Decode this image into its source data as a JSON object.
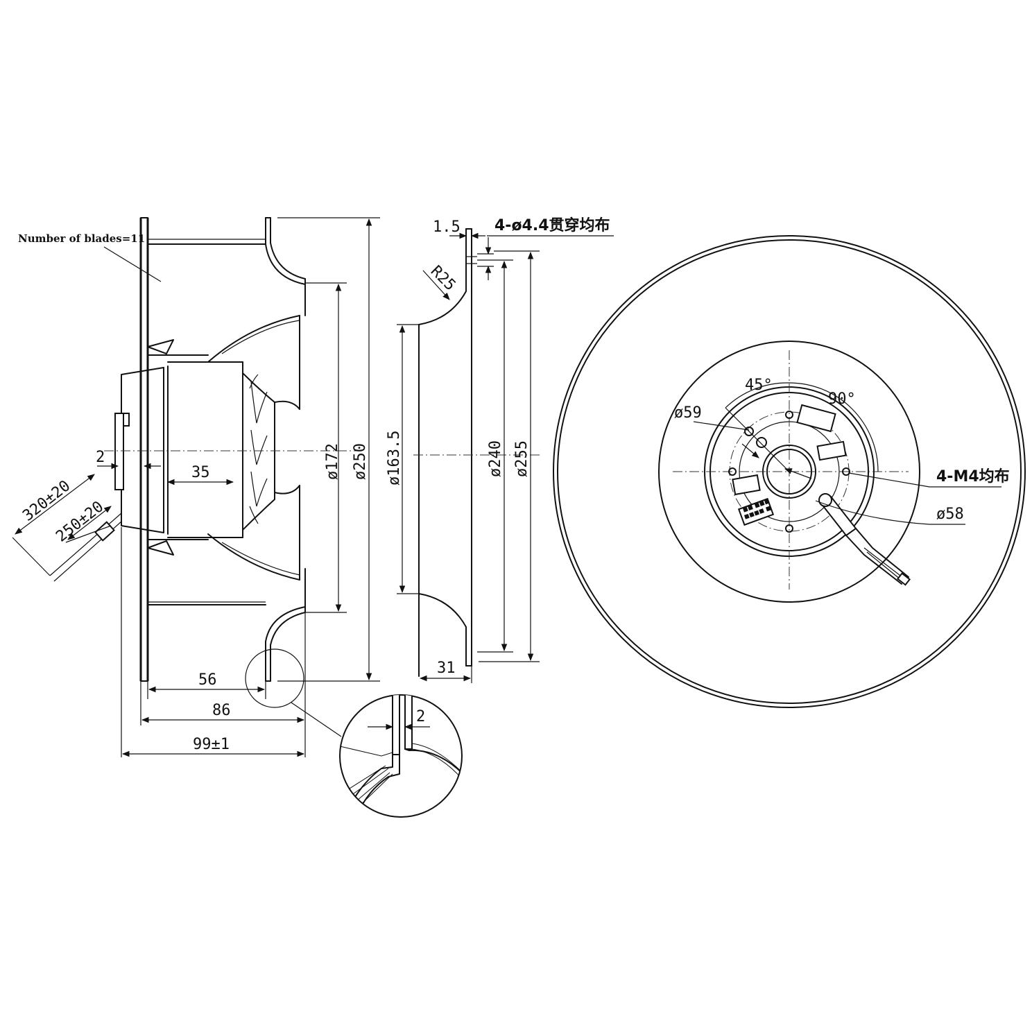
{
  "drawing": {
    "blade_note": "Number of blades=11",
    "side_view": {
      "dims": {
        "gap_2": "2",
        "width_35": "35",
        "dia_172": "ø172",
        "dia_250": "ø250",
        "depth_56": "56",
        "depth_86": "86",
        "depth_99": "99±1",
        "cable_320": "320±20",
        "cable_250": "250±20"
      }
    },
    "section_view": {
      "dims": {
        "thk_1_5": "1.5",
        "holes": "4-ø4.4贯穿均布",
        "radius": "R25",
        "dia_163_5": "ø163.5",
        "dia_240": "ø240",
        "dia_255": "ø255",
        "depth_31": "31"
      }
    },
    "detail_view": {
      "dims": {
        "thk_2": "2"
      }
    },
    "front_view": {
      "dims": {
        "angle_45": "45°",
        "angle_90": "90°",
        "dia_59": "ø59",
        "thread": "4-M4均布",
        "dia_58": "ø58"
      },
      "label_lines": [
        "■■ ■■■",
        "■■■■ ■"
      ]
    }
  }
}
